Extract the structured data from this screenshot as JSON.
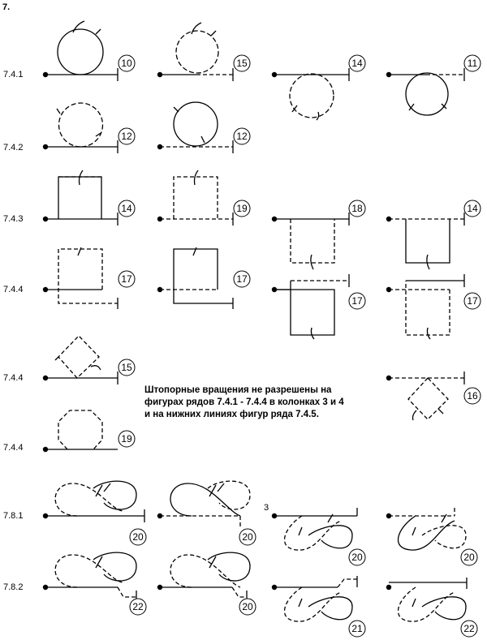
{
  "page_label": "7.",
  "row_labels": [
    "7.4.1",
    "7.4.2",
    "7.4.3",
    "7.4.4",
    "7.4.4",
    "7.4.4",
    "7.8.1",
    "7.8.2"
  ],
  "note_lines": [
    "Штопорные вращения не разрешены на",
    "фигурах рядов 7.4.1 - 7.4.4 в колонках  3 и 4",
    "и на нижних линиях фигур ряда 7.4.5."
  ],
  "side_mark": "3",
  "scores": [
    "10",
    "15",
    "14",
    "11",
    "12",
    "12",
    "14",
    "19",
    "18",
    "14",
    "17",
    "17",
    "17",
    "17",
    "15",
    "16",
    "19",
    "20",
    "20",
    "20",
    "20",
    "22",
    "20",
    "21",
    "22"
  ]
}
